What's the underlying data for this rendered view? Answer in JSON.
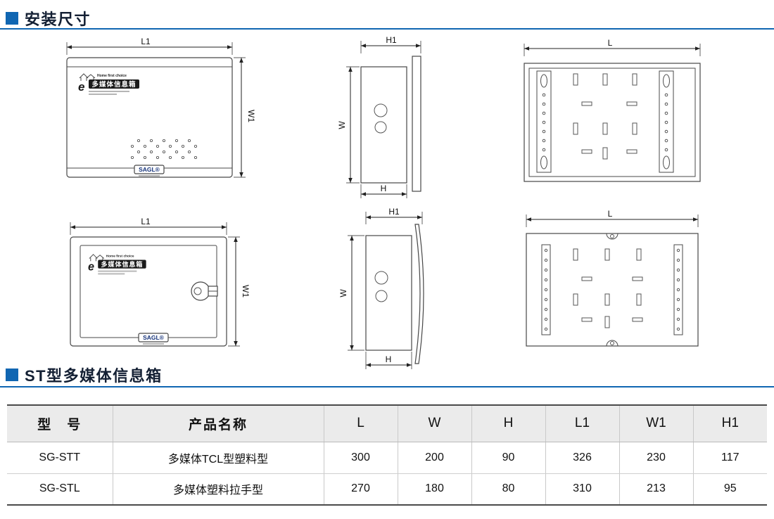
{
  "colors": {
    "accent": "#1066b2",
    "table_header_bg": "#ebebeb"
  },
  "sections": {
    "install": {
      "title": "安装尺寸"
    },
    "st": {
      "title": "ST型多媒体信息箱"
    }
  },
  "dims": {
    "L": "L",
    "W": "W",
    "H": "H",
    "L1": "L1",
    "W1": "W1",
    "H1": "H1"
  },
  "logo": {
    "tagline": "Home first choice",
    "e": "e",
    "title": "多媒体信息箱",
    "brand": "SAGL®"
  },
  "table": {
    "headers": [
      "型　号",
      "产品名称",
      "L",
      "W",
      "H",
      "L1",
      "W1",
      "H1"
    ],
    "rows": [
      {
        "model": "SG-STT",
        "name": "多媒体TCL型塑料型",
        "L": "300",
        "W": "200",
        "H": "90",
        "L1": "326",
        "W1": "230",
        "H1": "117"
      },
      {
        "model": "SG-STL",
        "name": "多媒体塑料拉手型",
        "L": "270",
        "W": "180",
        "H": "80",
        "L1": "310",
        "W1": "213",
        "H1": "95"
      }
    ]
  }
}
